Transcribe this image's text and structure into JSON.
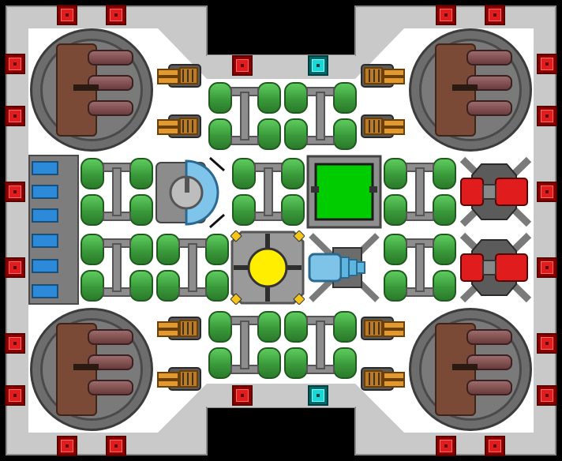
{
  "ship": {
    "colors": {
      "hull_outer": "#c9c9c9",
      "hull_inner": "#ffffff",
      "connector_red": "#e01c1c",
      "connector_cyan": "#1ad6d6",
      "tank_green": "#3a9a3a",
      "reactor_yellow": "#ffee00",
      "bridge_green": "#00cc00",
      "engine_brown": "#7b4a36",
      "ion_blue": "#5db6e0",
      "laser_red": "#e01c1c"
    },
    "modules": {
      "thrusters": [
        "large-thruster",
        "large-thruster",
        "large-thruster",
        "large-thruster"
      ],
      "tanks": "fuel-tank",
      "reactor": "reactor-core",
      "bridge": "command-bridge",
      "shield": "shield-generator",
      "ion_cannon": "ion-cannon",
      "lasers": [
        "laser-turret",
        "laser-turret"
      ],
      "batteries": "battery-bank",
      "guns": "autocannon"
    }
  }
}
